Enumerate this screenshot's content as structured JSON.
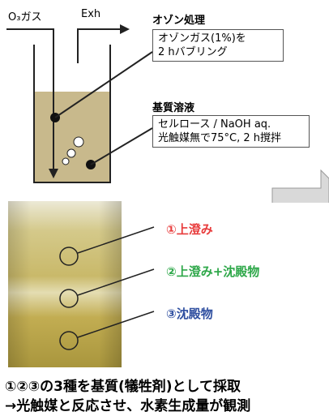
{
  "colors": {
    "liquid": "#c8b98c",
    "item1": "#e83c3c",
    "item2": "#2fa84a",
    "item3": "#2f4fa0"
  },
  "apparatus": {
    "inlet_label": "O₃ガス",
    "exhaust_label": "Exh"
  },
  "ozone": {
    "title": "オゾン処理",
    "line1": "オゾンガス(1%)を",
    "line2": "2 hバブリング"
  },
  "substrate": {
    "title": "基質溶液",
    "line1": "セルロース / NaOH aq.",
    "line2": "光触媒無で75°C, 2 h撹拌"
  },
  "layers": [
    {
      "label": "①上澄み",
      "color": "#e83c3c"
    },
    {
      "label": "②上澄み+沈殿物",
      "color": "#2fa84a"
    },
    {
      "label": "③沈殿物",
      "color": "#2f4fa0"
    }
  ],
  "conclusion": {
    "line1": "①②③の3種を基質(犠牲剤)として採取",
    "line2": "→光触媒と反応させ、水素生成量が観測"
  }
}
